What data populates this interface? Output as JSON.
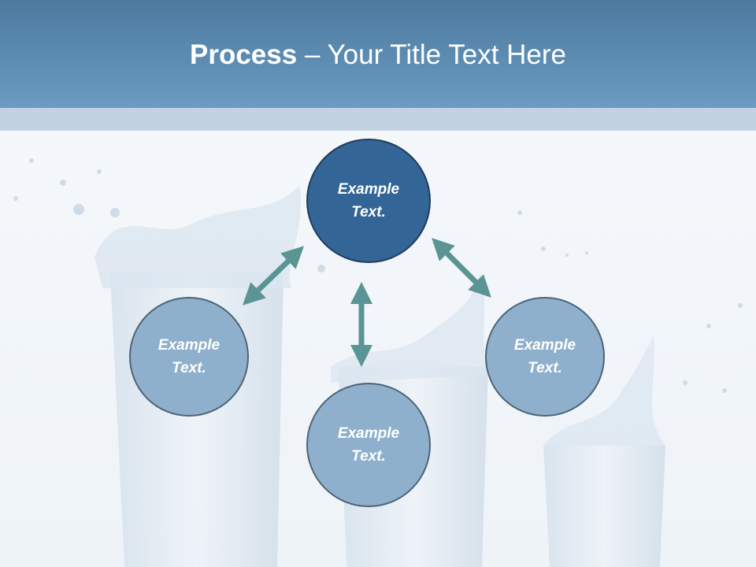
{
  "title": {
    "bold": "Process",
    "rest": " – Your Title Text Here"
  },
  "nodes": {
    "top": "Example Text.",
    "left": "Example Text.",
    "bottom": "Example Text.",
    "right": "Example Text."
  },
  "colors": {
    "header": "#6a9bc2",
    "center_circle": "#336596",
    "side_circle": "#8fb0cc",
    "arrow": "#5b9494"
  },
  "icons": [
    "double-arrow-icon"
  ]
}
